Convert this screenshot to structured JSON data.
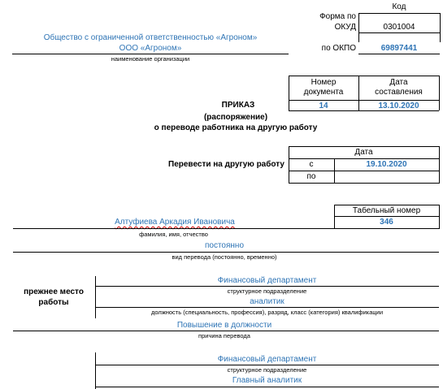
{
  "form": {
    "kod_label": "Код",
    "okud_label_line1": "Форма по",
    "okud_label_line2": "ОКУД",
    "okud_value": "0301004",
    "okpo_label": "по ОКПО",
    "okpo_value": "69897441"
  },
  "organization": {
    "name_line1": "Общество с ограниченной ответственностью «Агроном»",
    "name_line2": "ООО «Агроном»",
    "caption": "наименование организации"
  },
  "doc_table": {
    "number_header_line1": "Номер",
    "number_header_line2": "документа",
    "date_header_line1": "Дата",
    "date_header_line2": "составления",
    "number_value": "14",
    "date_value": "13.10.2020"
  },
  "title": {
    "line1": "ПРИКАЗ",
    "line2": "(распоряжение)",
    "line3": "о переводе работника на другую работу"
  },
  "transfer": {
    "label": "Перевести на другую работу",
    "date_header": "Дата",
    "from_label": "с",
    "from_value": "19.10.2020",
    "to_label": "по",
    "to_value": ""
  },
  "employee": {
    "tab_header": "Табельный номер",
    "tab_value": "346",
    "full_name": "Алтуфиева Аркадия Ивановича",
    "full_name_caption": "фамилия, имя, отчество",
    "transfer_type": "постоянно",
    "transfer_type_caption": "вид перевода (постоянно, временно)"
  },
  "previous": {
    "label_line1": "прежнее место",
    "label_line2": "работы",
    "department": "Финансовый департамент",
    "department_caption": "структурное подразделение",
    "position": "аналитик",
    "position_caption": "должность (специальность, профессия), разряд, класс (категория) квалификации"
  },
  "reason": {
    "value": "Повышение в должности",
    "caption": "причина перевода"
  },
  "new_place": {
    "department": "Финансовый департамент",
    "department_caption": "структурное подразделение",
    "position": "Главный аналитик"
  }
}
